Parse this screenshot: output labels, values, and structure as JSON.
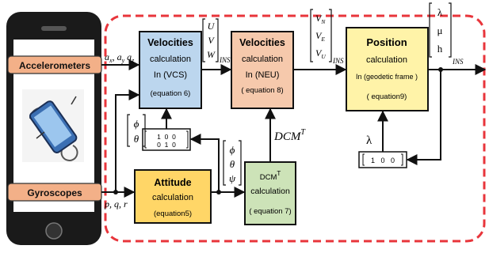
{
  "phone": {
    "sensors": [
      {
        "label": "Accelerometers"
      },
      {
        "label": "Gyroscopes"
      }
    ]
  },
  "blocks": {
    "vel_vcs": {
      "lines": [
        "Velocities",
        "calculation",
        "In (VCS)",
        "(equation 6)"
      ],
      "color": "#bcd6ee"
    },
    "vel_neu": {
      "lines": [
        "Velocities",
        "calculation",
        "In (NEU)",
        "( equation 8)"
      ],
      "color": "#f6c9ac"
    },
    "position": {
      "lines": [
        "Position",
        "calculation",
        "In (geodetic frame )",
        "( equation9)"
      ],
      "color": "#fff3a8"
    },
    "attitude": {
      "lines": [
        "Attitude",
        "calculation",
        "(equation5)"
      ],
      "color": "#ffd667"
    },
    "dcm": {
      "lines": [
        "DCM",
        "T",
        "calculation",
        "( equation 7)"
      ],
      "color": "#cde3b8"
    }
  },
  "signals": {
    "accel": {
      "a": "a",
      "subs": [
        "x",
        "y",
        "z"
      ]
    },
    "gyro": {
      "text": "p, q, r"
    },
    "uvw": {
      "lines": [
        "U",
        "V",
        "W"
      ],
      "sub": "INS"
    },
    "vn": {
      "lines": [
        "V",
        "V",
        "V"
      ],
      "subs": [
        "N",
        "E",
        "U"
      ],
      "sub": "INS"
    },
    "llh": {
      "lines": [
        "λ",
        "μ",
        "h"
      ],
      "sub": "INS"
    },
    "phi_theta": {
      "lines": [
        "ϕ",
        "θ"
      ]
    },
    "phi_theta_psi": {
      "lines": [
        "ϕ",
        "θ",
        "ψ"
      ]
    },
    "dcmt": {
      "main": "DCM",
      "sup": "T"
    },
    "lambda": {
      "text": "λ"
    }
  },
  "matrices": {
    "m2x3": {
      "row1": "1  0  0",
      "row2": "0  1  0"
    },
    "m1x3": {
      "row1": "1   0   0"
    }
  },
  "colors": {
    "dashed_border": "#e8353b",
    "phone_body": "#1a1a1a",
    "sensor_fill": "#f3b088",
    "line": "#111111"
  }
}
